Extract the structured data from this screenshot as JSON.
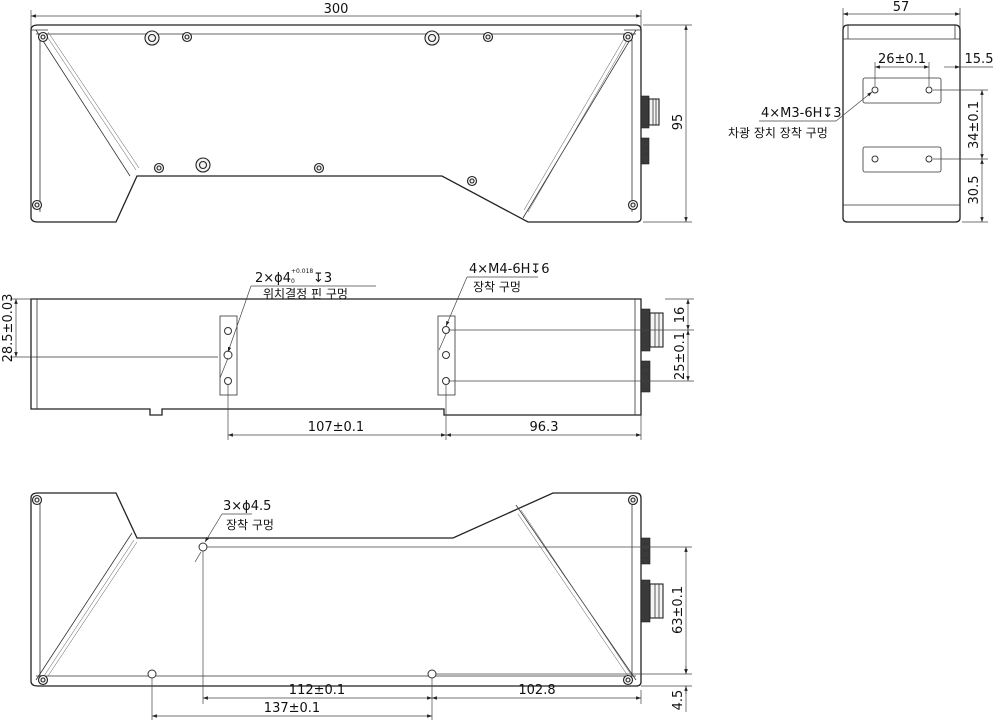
{
  "top_view": {
    "width_label": "300",
    "height_label": "95"
  },
  "side_view": {
    "width_label": "57",
    "hole_spacing_label": "26±0.1",
    "edge_offset_label": "15.5",
    "vertical_spacing_label": "34±0.1",
    "bottom_offset_label": "30.5",
    "thread_callout": "4×M3-6H",
    "thread_depth": "3",
    "thread_note": "차광 장치 장착 구멍"
  },
  "front_view": {
    "pin_qty": "2×",
    "pin_symbol": "ϕ",
    "pin_dia": "4",
    "pin_tol_upper": "+0.018",
    "pin_tol_lower": "0",
    "pin_depth": "3",
    "pin_note": "위치결정 핀 구멍",
    "thread_callout": "4×M4-6H",
    "thread_depth": "6",
    "thread_note": "장착 구멍",
    "height_label": "28.5±0.03",
    "spacing_label": "107±0.1",
    "offset_label": "96.3",
    "connector_offset_label": "16",
    "connector_spacing_label": "25±0.1"
  },
  "bottom_view": {
    "hole_qty": "3×",
    "hole_symbol": "ϕ",
    "hole_dia": "4.5",
    "hole_note": "장착 구멍",
    "spacing_label": "112±0.1",
    "offset_label": "102.8",
    "long_spacing_label": "137±0.1",
    "vertical_label": "63±0.1",
    "edge_label": "4.5"
  }
}
